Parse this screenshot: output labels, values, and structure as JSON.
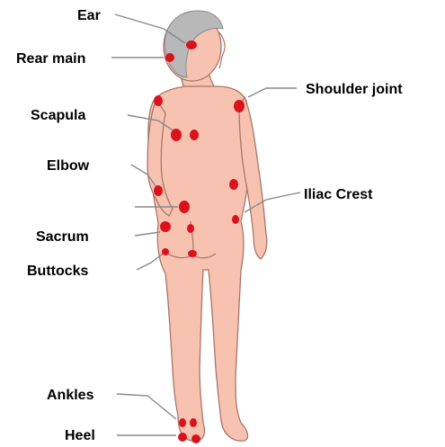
{
  "labels": {
    "ear": "Ear",
    "rear_main": "Rear main",
    "scapula": "Scapula",
    "elbow": "Elbow",
    "sacrum": "Sacrum",
    "buttocks": "Buttocks",
    "ankles": "Ankles",
    "heel": "Heel",
    "shoulder_joint": "Shoulder joint",
    "iliac_crest": "Iliac Crest"
  },
  "colors": {
    "skin": "#f7c3b0",
    "skin_outline": "#a8766a",
    "hair": "#b8b8b8",
    "pressure_point": "#d9121c",
    "leader_line": "#8a8a8a",
    "label_text": "#000000"
  }
}
